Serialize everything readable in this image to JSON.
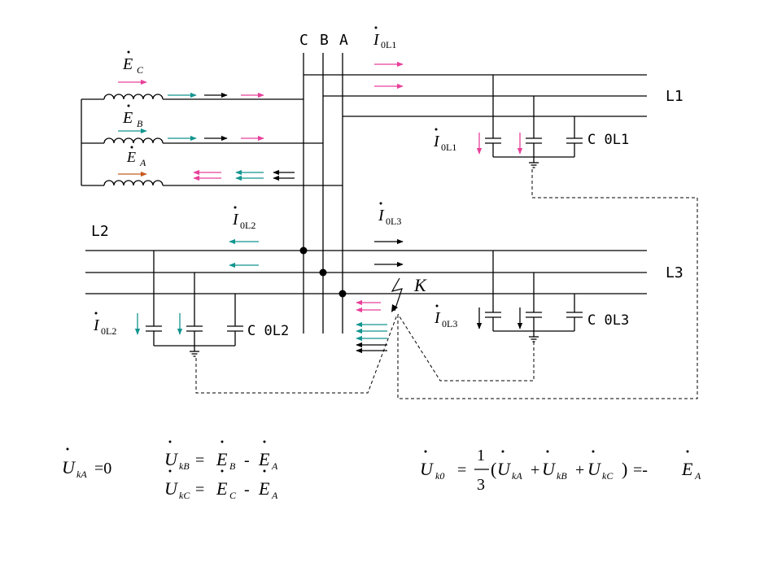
{
  "colors": {
    "magenta": "#e8409a",
    "teal": "#13958f",
    "black": "#000000",
    "orange": "#c85a1e"
  },
  "phase_labels": {
    "c": "C",
    "b": "B",
    "a": "A"
  },
  "sources": {
    "ec_sub": "C",
    "eb_sub": "B",
    "ea_sub": "A",
    "sym": "E"
  },
  "lines": {
    "l1": "L1",
    "l2": "L2",
    "l3": "L3"
  },
  "currents": {
    "i_sym": "I",
    "i0l1_sub": "0L1",
    "i0l2_sub": "0L2",
    "i0l3_sub": "0L3"
  },
  "caps": {
    "c0l1": "C 0L1",
    "c0l2": "C 0L2",
    "c0l3": "C 0L3"
  },
  "fault": {
    "label": "K"
  },
  "equations": {
    "uka": {
      "sym": "U",
      "sub": "kA",
      "rhs": "=0"
    },
    "ukb": {
      "sym": "U",
      "sub": "kB",
      "eq": "=",
      "e1": "E",
      "e1sub": "B",
      "minus": "-",
      "e2": "E",
      "e2sub": "A"
    },
    "ukc": {
      "sym": "U",
      "sub": "kC",
      "eq": "=",
      "e1": "E",
      "e1sub": "C",
      "minus": "-",
      "e2": "E",
      "e2sub": "A"
    },
    "uk0": {
      "sym": "U",
      "sub": "k0",
      "eq": "=",
      "num": "1",
      "den": "3",
      "open": "(",
      "t1sub": "kA",
      "plus": "+",
      "t2sub": "kB",
      "t3sub": "kC",
      "close": ")",
      "eq2": "=-",
      "e": "E",
      "esub": "A"
    }
  }
}
